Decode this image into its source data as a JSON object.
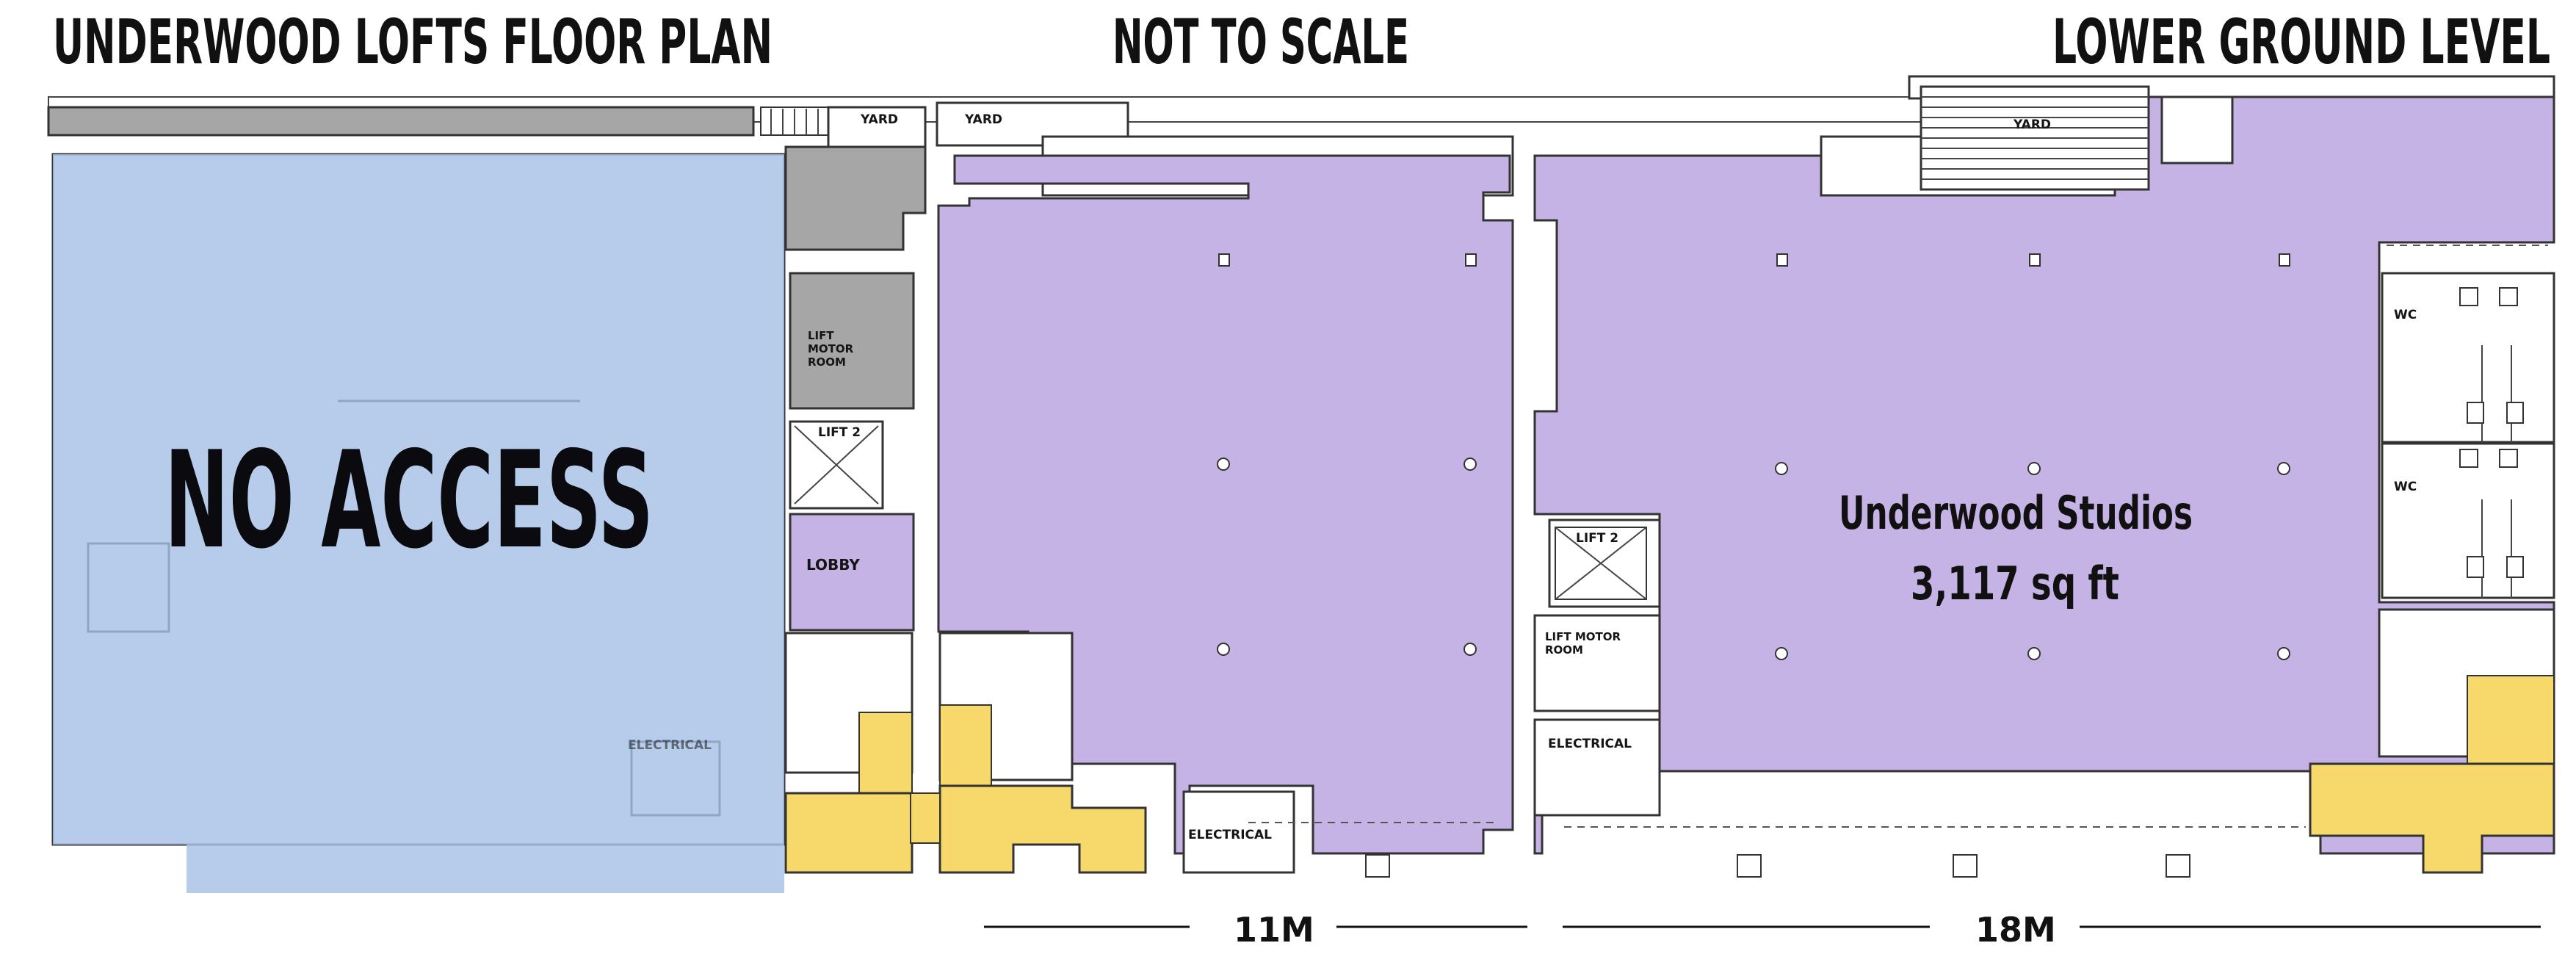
{
  "header": {
    "title": "UNDERWOOD LOFTS FLOOR PLAN",
    "scale_note": "NOT TO SCALE",
    "level": "LOWER GROUND LEVEL"
  },
  "overlay": {
    "no_access_label": "NO ACCESS"
  },
  "unit": {
    "name": "Underwood Studios",
    "area": "3,117 sq ft"
  },
  "rooms": {
    "yard_left": "YARD",
    "yard_mid": "YARD",
    "yard_right": "YARD",
    "lift_motor_room_1": "LIFT MOTOR ROOM",
    "lift_2_left": "LIFT 2",
    "lobby": "LOBBY",
    "lift_2_right": "LIFT 2",
    "lift_motor_room_2": "LIFT MOTOR ROOM",
    "electrical_right": "ELECTRICAL",
    "electrical_mid": "ELECTRICAL",
    "electrical_left": "ELECTRICAL",
    "wc_top": "WC",
    "wc_bottom": "WC"
  },
  "dimensions": {
    "left_span": "11M",
    "right_span": "18M"
  },
  "colors": {
    "unit_fill": "#c5b3e6",
    "no_access_overlay": "#a9c3e6",
    "stair_fill": "#f6d96a",
    "service_fill": "#a6a6a6"
  }
}
